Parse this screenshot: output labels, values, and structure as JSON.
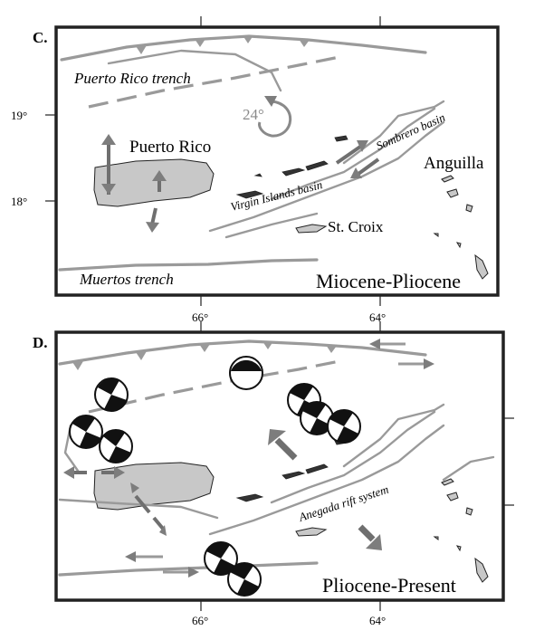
{
  "panel_c": {
    "panel_label": "C.",
    "trench_north": "Puerto Rico trench",
    "trench_south": "Muertos trench",
    "rotation": "24°",
    "island_main": "Puerto Rico",
    "basin_sombrero": "Sombrero basin",
    "basin_virgin": "Virgin Islands basin",
    "island_anguilla": "Anguilla",
    "island_stcroix": "St. Croix",
    "time_label": "Miocene-Pliocene",
    "lat_19": "19°",
    "lat_18": "18°",
    "lon_66": "66°",
    "lon_64": "64°"
  },
  "panel_d": {
    "panel_label": "D.",
    "rift_label": "Anegada rift system",
    "time_label": "Pliocene-Present",
    "lon_66": "66°",
    "lon_64": "64°"
  },
  "colors": {
    "fault_gray": "#9a9a9a",
    "land_gray": "#c8c8c8",
    "arrow_gray": "#7d7d7d",
    "frame": "#222222"
  }
}
